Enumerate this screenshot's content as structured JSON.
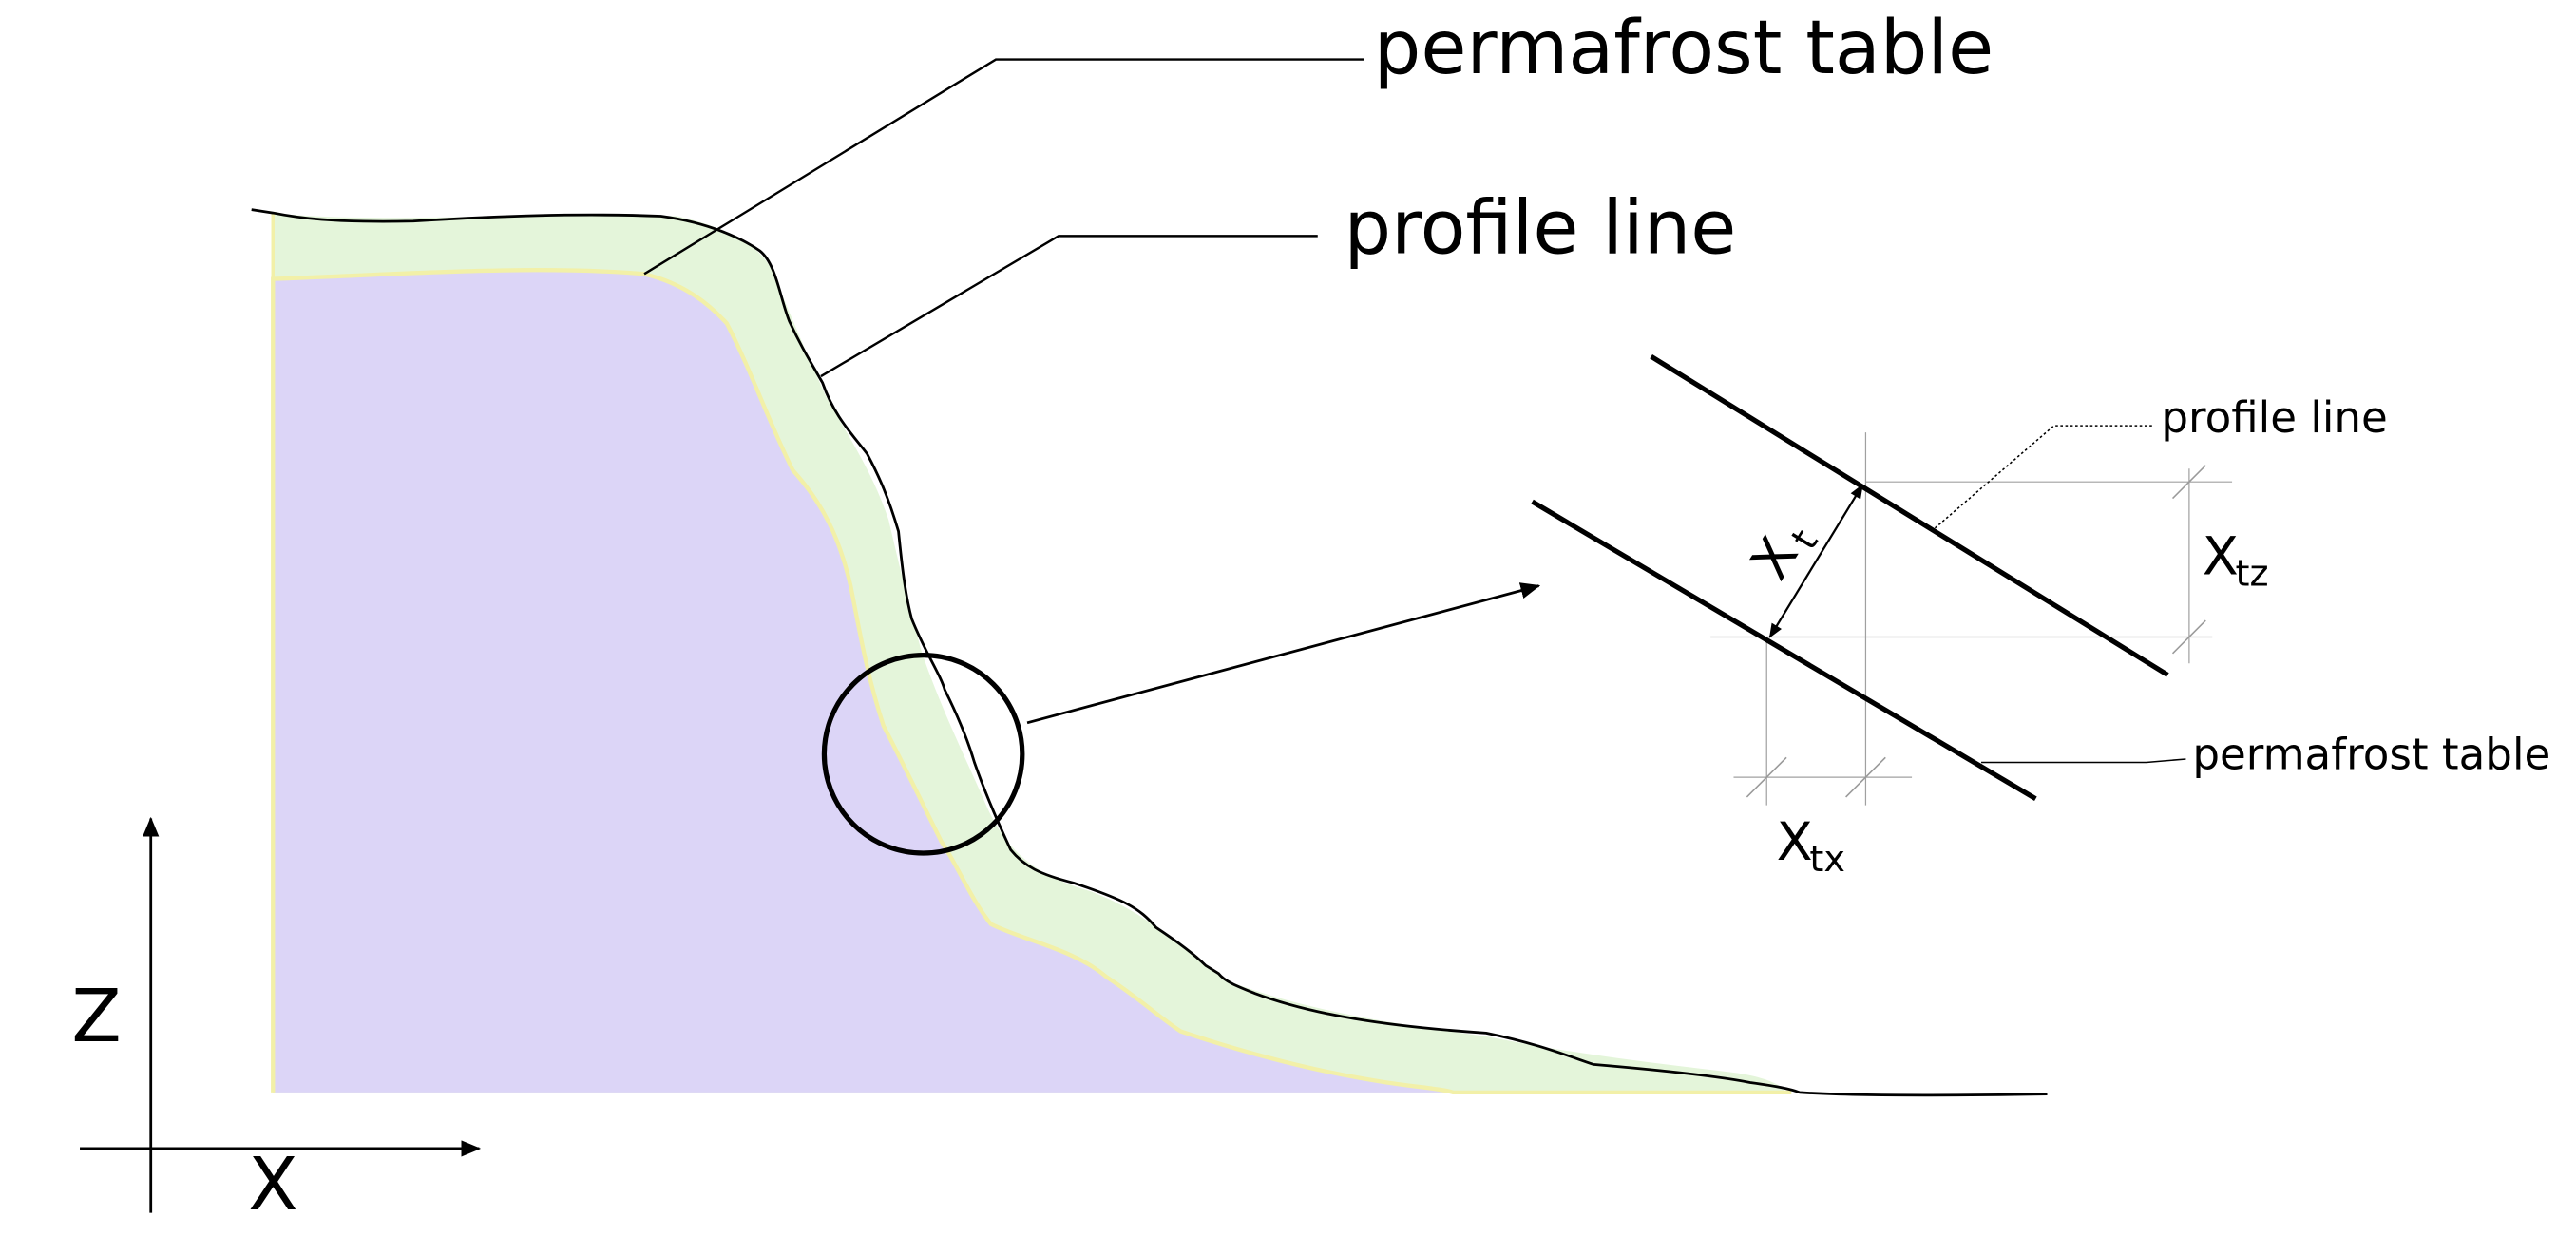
{
  "labels": {
    "main_permafrost_table": "permafrost table",
    "main_profile_line": "profile line",
    "detail_profile_line": "profile line",
    "detail_permafrost_table": "permafrost table"
  },
  "axes": {
    "x": "X",
    "z": "Z"
  },
  "symbols": {
    "xt_main": "X",
    "xt_sub": "t",
    "xtz_main": "X",
    "xtz_sub": "tz",
    "xtx_main": "X",
    "xtx_sub": "tx"
  },
  "colors": {
    "permafrost_fill": "#dcd5f7",
    "active_layer_fill": "#e4f5da",
    "permafrost_table_line": "#f2f0a8",
    "line": "#000000",
    "guide": "#9a9a9a"
  }
}
